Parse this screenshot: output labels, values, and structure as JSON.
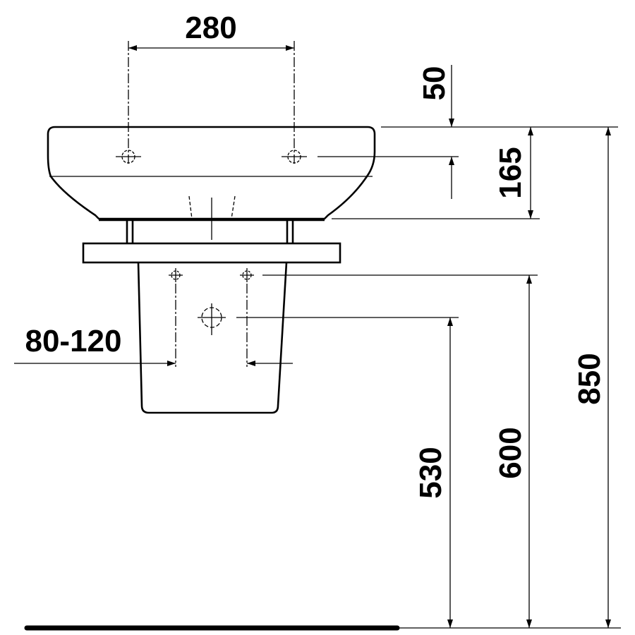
{
  "drawing": {
    "title_dimensions": {
      "tap_hole_spacing": "280",
      "tap_hole_offset": "50",
      "basin_height": "165",
      "fixing_spacing": "80-120",
      "drain_height": "530",
      "fixing_height": "600",
      "rim_height": "850"
    },
    "colors": {
      "line": "#000000",
      "background": "#ffffff"
    }
  }
}
